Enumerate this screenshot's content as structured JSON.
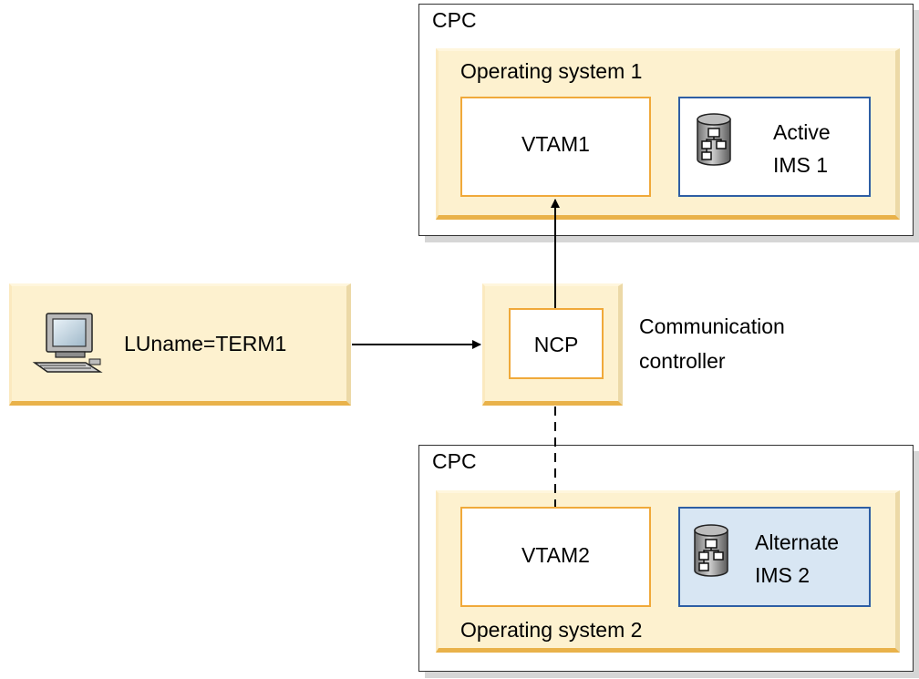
{
  "cpc_top": {
    "label": "CPC",
    "os_label": "Operating system 1",
    "vtam_label": "VTAM1",
    "ims_line1": "Active",
    "ims_line2": "IMS 1",
    "ims_icon": "database-icon"
  },
  "cpc_bottom": {
    "label": "CPC",
    "os_label": "Operating system 2",
    "vtam_label": "VTAM2",
    "ims_line1": "Alternate",
    "ims_line2": "IMS 2",
    "ims_icon": "database-icon"
  },
  "terminal": {
    "label": "LUname=TERM1",
    "icon": "computer-terminal-icon"
  },
  "controller": {
    "ncp_label": "NCP",
    "caption_line1": "Communication",
    "caption_line2": "controller"
  },
  "colors": {
    "tan_fill": "#fdf1cf",
    "orange_border": "#f0a93a",
    "blue_border": "#2e5ea4",
    "alt_fill": "#d8e6f3"
  }
}
